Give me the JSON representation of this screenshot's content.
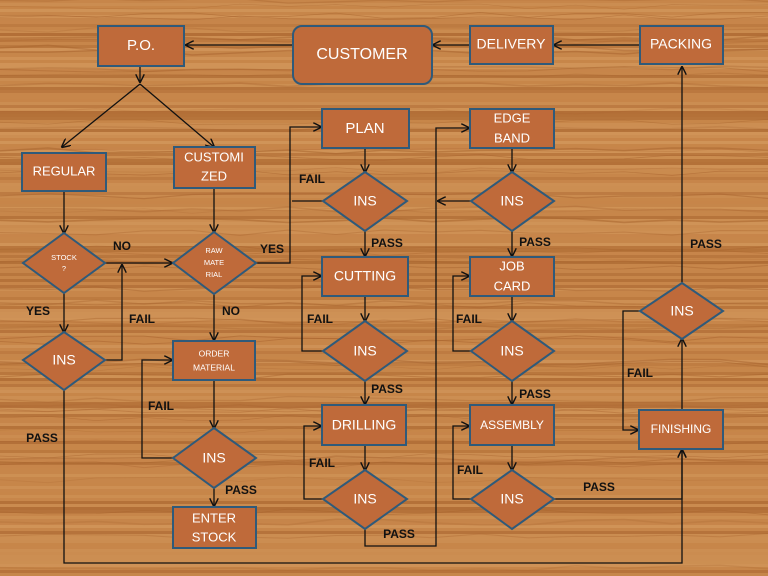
{
  "colors": {
    "wood_light": "#d49a5e",
    "wood_mid": "#c7864a",
    "wood_dark": "#a9652f",
    "node_fill": "#bf6a3a",
    "node_stroke": "#2f5a7a",
    "edge": "#111111",
    "text": "#ffffff"
  },
  "nodes": {
    "po": "P.O.",
    "customer": "CUSTOMER",
    "delivery": "DELIVERY",
    "packing": "PACKING",
    "regular": "REGULAR",
    "customized": [
      "CUSTOMI",
      "ZED"
    ],
    "plan": "PLAN",
    "edge_band": [
      "EDGE",
      "BAND"
    ],
    "stock_decision": [
      "STOCK",
      "?"
    ],
    "raw_material": [
      "RAW",
      "MATE",
      "RIAL"
    ],
    "ins_plan": "INS",
    "ins_edge": "INS",
    "cutting": "CUTTING",
    "job_card": [
      "JOB",
      "CARD"
    ],
    "ins_stock": "INS",
    "order_material": [
      "ORDER",
      "MATERIAL"
    ],
    "ins_cutting": "INS",
    "ins_job": "INS",
    "ins_pack": "INS",
    "drilling": "DRILLING",
    "assembly": "ASSEMBLY",
    "finishing": "FINISHING",
    "ins_order": "INS",
    "ins_drilling": "INS",
    "ins_assembly": "INS",
    "enter_stock": [
      "ENTER",
      "STOCK"
    ]
  },
  "edge_labels": {
    "no_stock": "NO",
    "yes_raw": "YES",
    "fail_plan": "FAIL",
    "pass_plan": "PASS",
    "pass_edge": "PASS",
    "pass_pack": "PASS",
    "yes_stock": "YES",
    "fail_stock": "FAIL",
    "no_raw": "NO",
    "fail_cutting": "FAIL",
    "fail_job": "FAIL",
    "fail_order": "FAIL",
    "pass_cutting": "PASS",
    "pass_job": "PASS",
    "fail_finishing": "FAIL",
    "pass_stock": "PASS",
    "fail_drilling": "FAIL",
    "fail_assembly": "FAIL",
    "pass_assembly": "PASS",
    "pass_order": "PASS",
    "pass_drilling": "PASS"
  }
}
